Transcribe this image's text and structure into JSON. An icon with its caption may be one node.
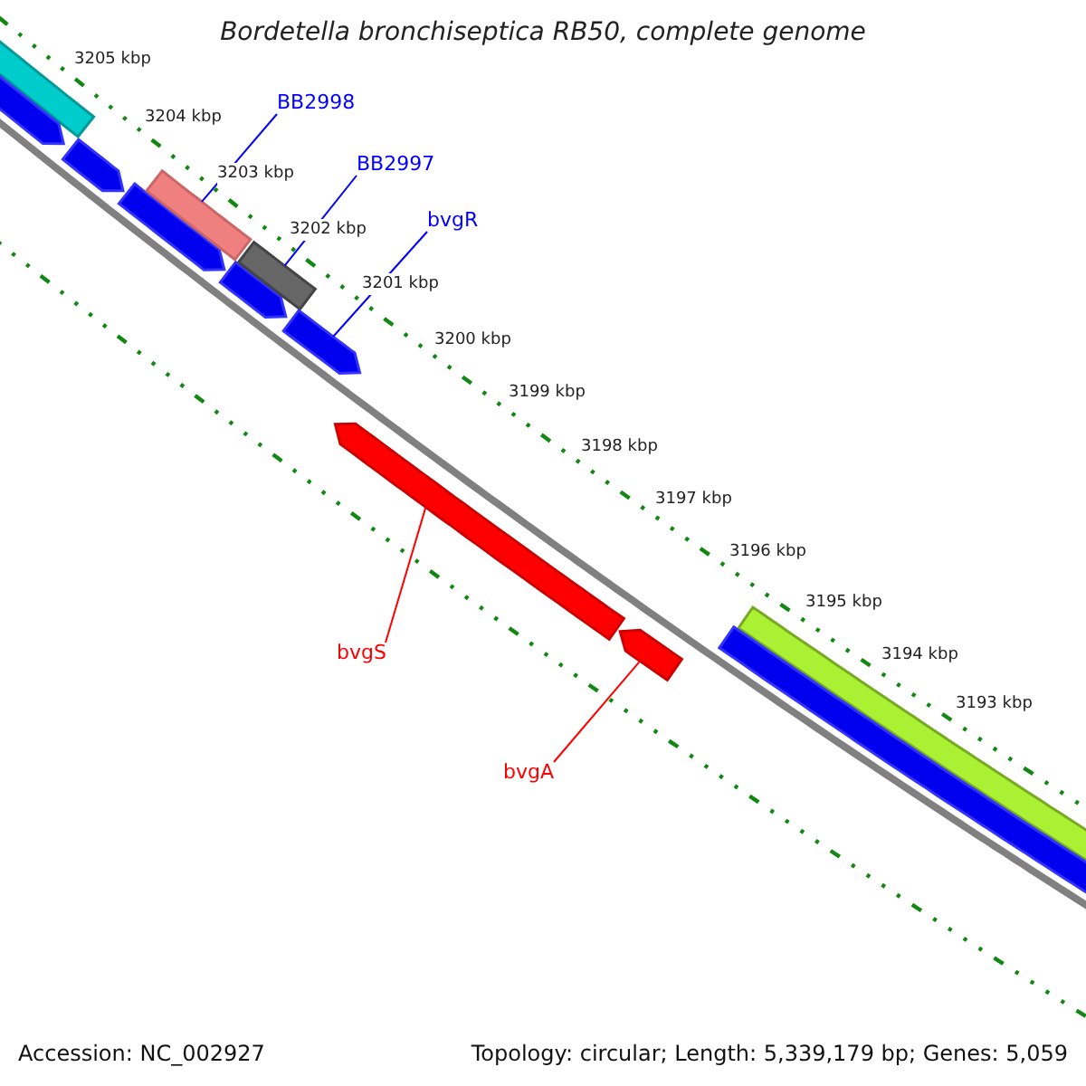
{
  "diagram": {
    "title": "Bordetella bronchiseptica RB50, complete genome",
    "nodes": [
      {
        "text": [
          "BB2998"
        ]
      },
      {
        "text": [],
        "shape": "bar"
      },
      {
        "text": [
          "BB2997"
        ]
      },
      {
        "text": [],
        "shape": "bar"
      },
      {
        "text": [
          "bvgR"
        ]
      },
      {
        "text": [],
        "shape": "bar"
      },
      {
        "text": [
          "bvgS"
        ]
      },
      {
        "text": [],
        "shape": "bar"
      },
      {
        "text": [
          "bvgA"
        ]
      },
      {
        "text": [],
        "shape": "bar"
      }
    ],
    "edges": [
      {
        "from": 0,
        "to": 1,
        "arrow": "none"
      },
      {
        "from": 2,
        "to": 3,
        "arrow": "none"
      },
      {
        "from": 4,
        "to": 5,
        "arrow": "none"
      },
      {
        "from": 6,
        "to": 7,
        "arrow": "none",
        "color": "#ff0000"
      },
      {
        "from": 8,
        "to": 9,
        "arrow": "none",
        "color": "#ff0000"
      }
    ],
    "labels": [
      "3205 kbp",
      "3204 kbp",
      "3203 kbp",
      "3202 kbp",
      "3201 kbp",
      "3200 kbp",
      "3199 kbp",
      "3198 kbp",
      "3197 kbp",
      "3196 kbp",
      "3195 kbp",
      "3194 kbp",
      "3193 kbp",
      "Accession: NC_002927",
      "Topology: circular; Length: 5,339,179 bp; Genes: 5,059"
    ]
  }
}
